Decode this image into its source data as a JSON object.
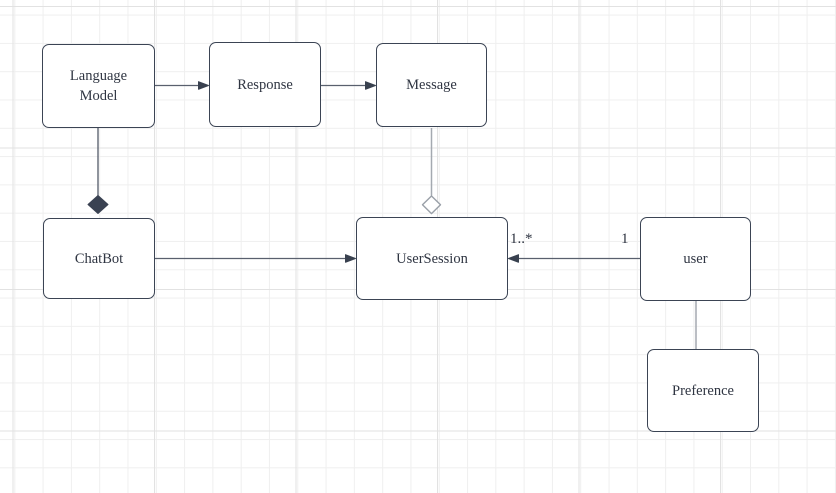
{
  "diagram": {
    "nodes": [
      {
        "id": "language-model",
        "label": "Language Model"
      },
      {
        "id": "response",
        "label": "Response"
      },
      {
        "id": "message",
        "label": "Message"
      },
      {
        "id": "chatbot",
        "label": "ChatBot"
      },
      {
        "id": "user-session",
        "label": "UserSession"
      },
      {
        "id": "user",
        "label": "user"
      },
      {
        "id": "preference",
        "label": "Preference"
      }
    ],
    "edges": [
      {
        "from": "Language Model",
        "to": "Response",
        "style": "directed-arrow"
      },
      {
        "from": "Response",
        "to": "Message",
        "style": "directed-arrow"
      },
      {
        "from": "Language Model",
        "to": "ChatBot",
        "style": "composition-filled-diamond-at-chatbot"
      },
      {
        "from": "Message",
        "to": "UserSession",
        "style": "aggregation-hollow-diamond-at-usersession"
      },
      {
        "from": "ChatBot",
        "to": "UserSession",
        "style": "directed-arrow"
      },
      {
        "from": "user",
        "to": "UserSession",
        "style": "directed-arrow",
        "source_multiplicity": "1",
        "target_multiplicity": "1..*"
      },
      {
        "from": "user",
        "to": "Preference",
        "style": "plain-line"
      }
    ],
    "multiplicities": {
      "target": "1..*",
      "source": "1"
    },
    "colors": {
      "canvas": "#ffffff",
      "grid_minor": "#efefef",
      "grid_major": "#e2e2e2",
      "node_fill": "#ffffff",
      "node_border": "#3b4454",
      "connector_dark": "#59606e",
      "connector_light": "#a4a9b0",
      "arrowhead": "#39414f",
      "diamond_filled": "#3a4252",
      "text": "#2f3542"
    }
  }
}
